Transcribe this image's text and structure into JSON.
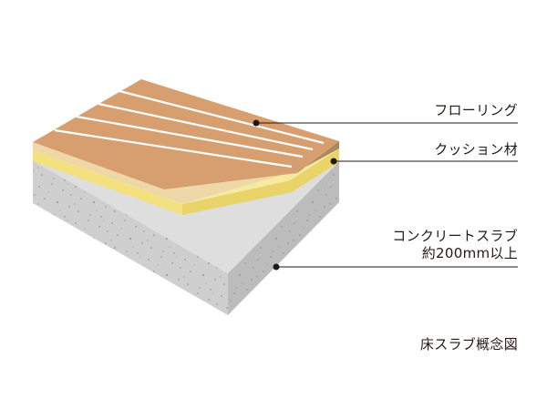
{
  "labels": {
    "flooring": "フローリング",
    "cushion": "クッション材",
    "slab_line1": "コンクリートスラブ",
    "slab_line2": "約200mm以上"
  },
  "caption": "床スラブ概念図",
  "colors": {
    "flooring_top": "#d79f70",
    "flooring_side": "#f1d9a6",
    "cushion": "#f4e48a",
    "concrete_top": "#e3e3e3",
    "concrete_front": "#cdcdcd",
    "concrete_right": "#bdbdbd",
    "leader_line": "#231815"
  }
}
